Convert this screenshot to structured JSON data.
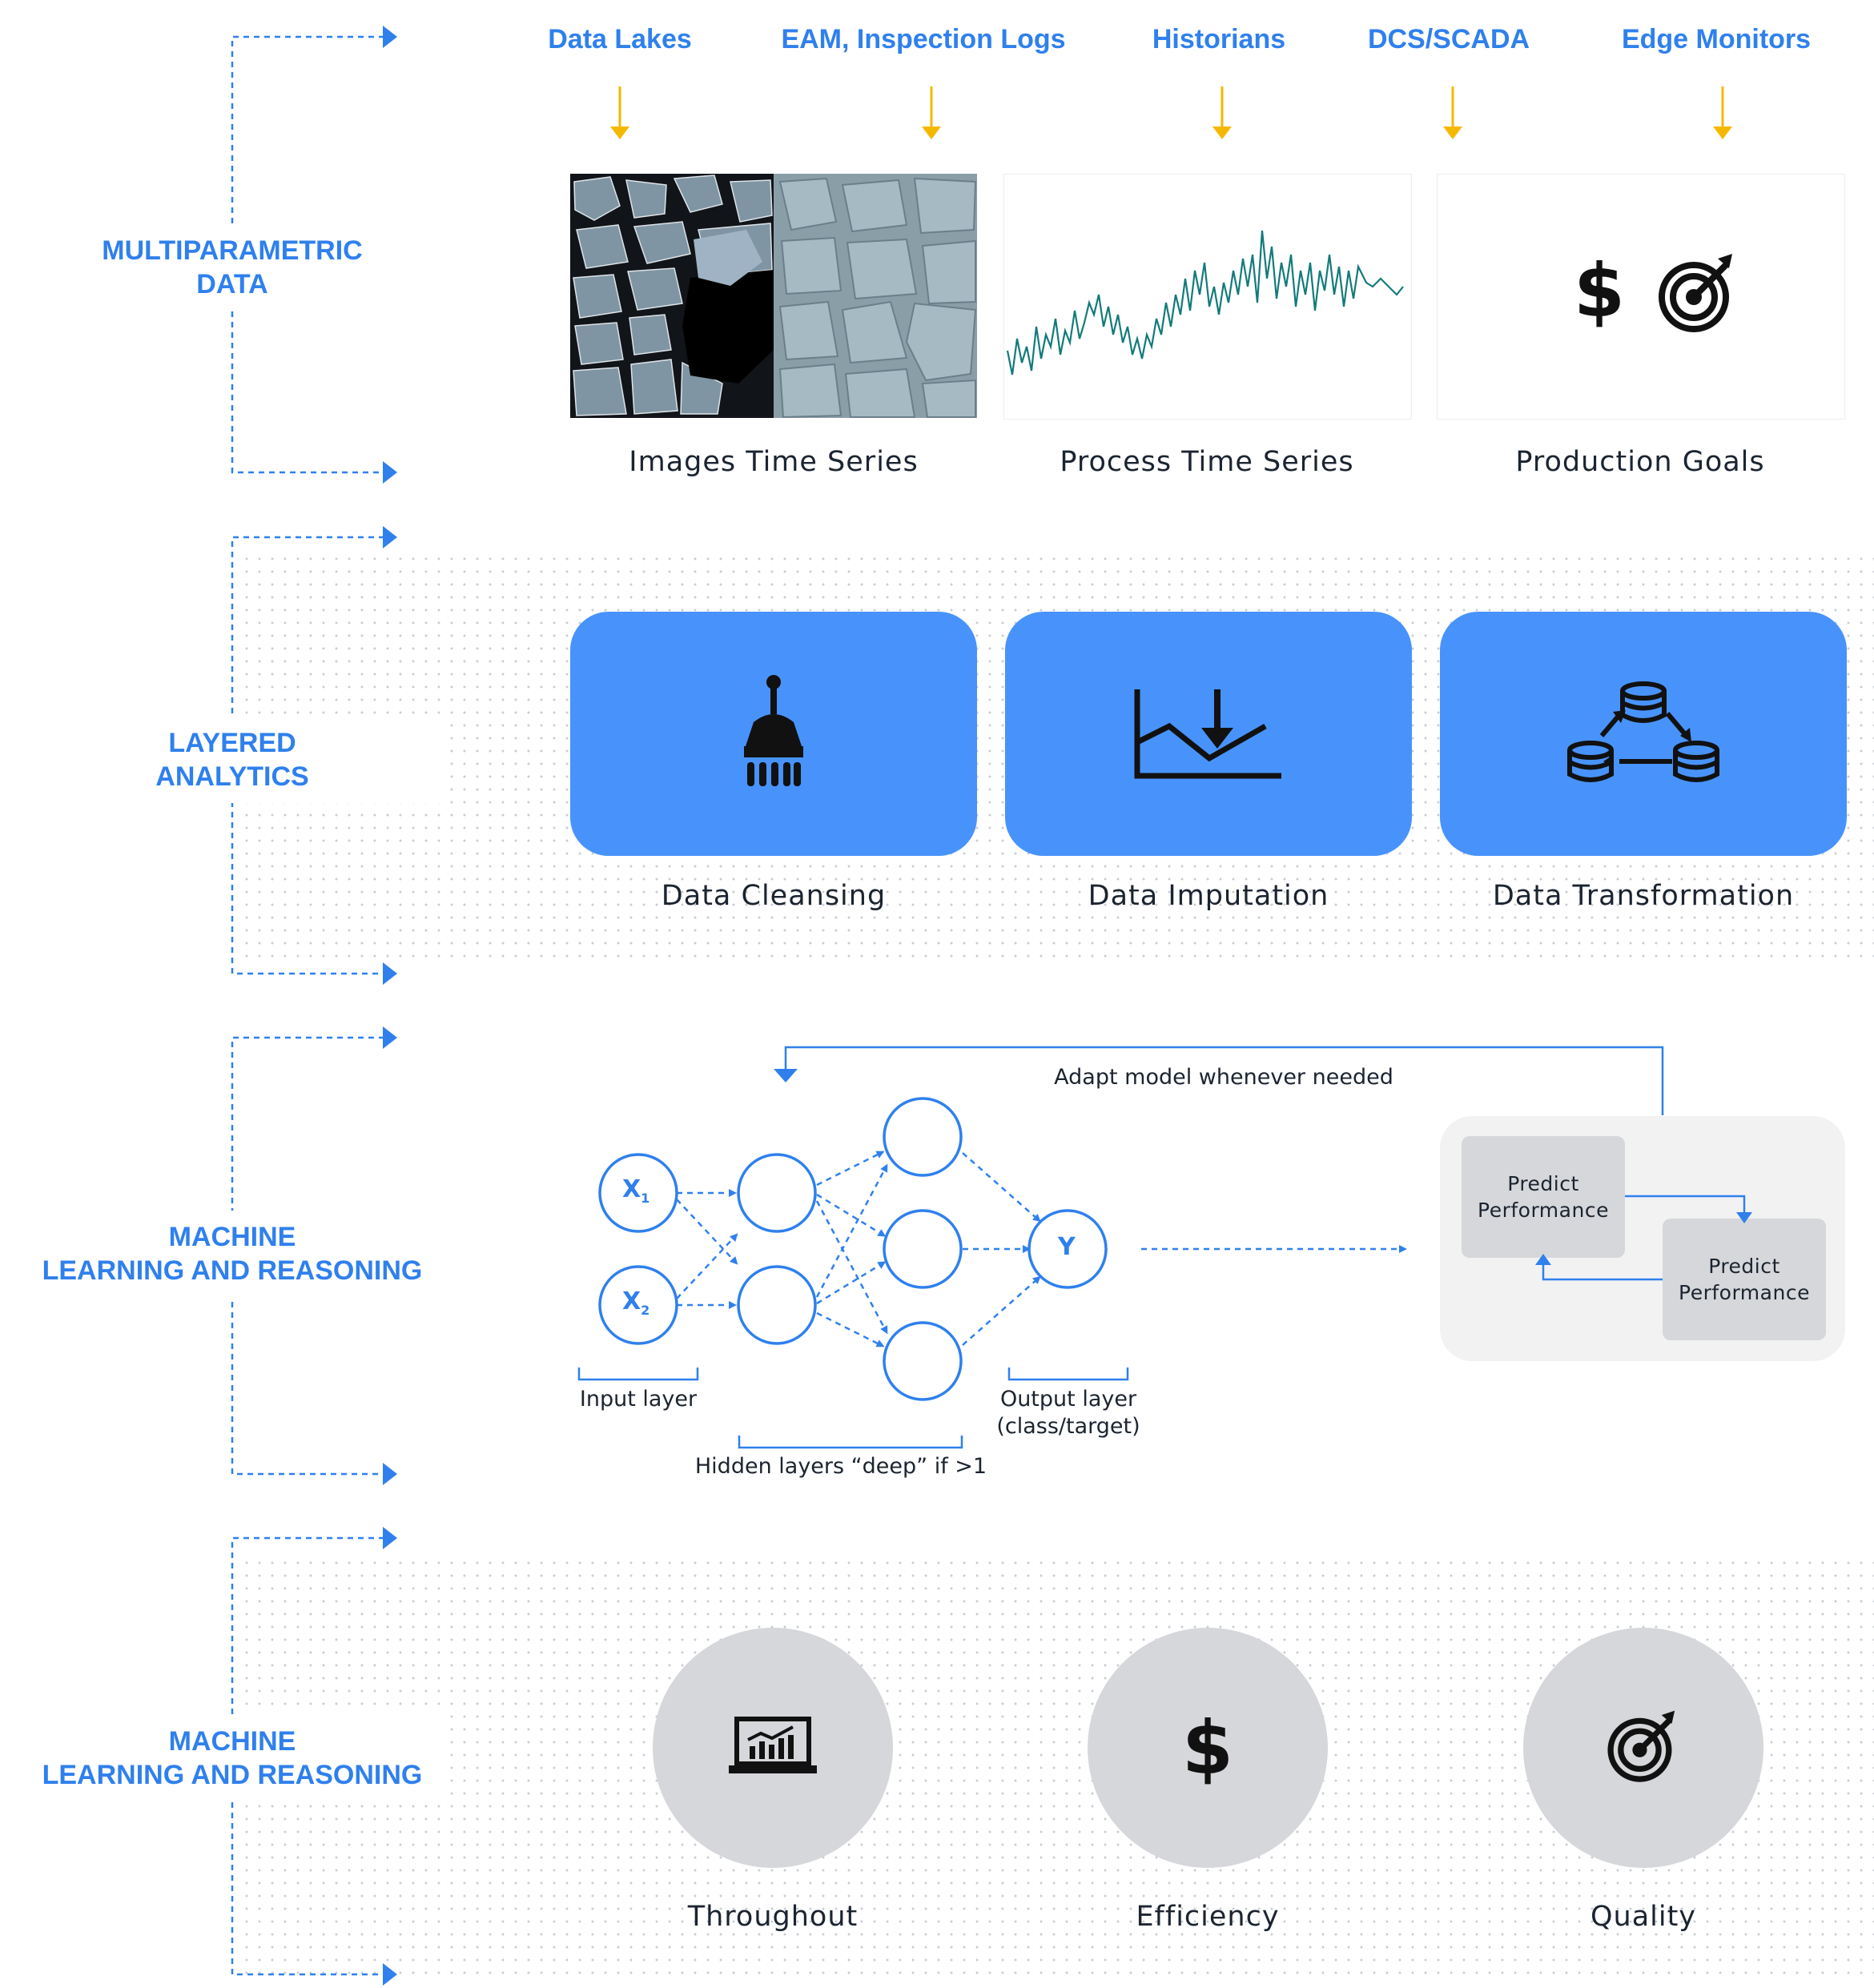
{
  "sources": [
    "Data Lakes",
    "EAM, Inspection Logs",
    "Historians",
    "DCS/SCADA",
    "Edge Monitors"
  ],
  "sections": {
    "s1": "MULTIPARAMETRIC\nDATA",
    "s2": "LAYERED\nANALYTICS",
    "s3": "MACHINE\nLEARNING AND REASONING",
    "s4": "MACHINE\nLEARNING AND REASONING"
  },
  "data_cards": [
    "Images Time Series",
    "Process Time Series",
    "Production Goals"
  ],
  "analytics": [
    "Data Cleansing",
    "Data Imputation",
    "Data Transformation"
  ],
  "nn": {
    "feedback": "Adapt model whenever needed",
    "input_layer": "Input layer",
    "hidden_layers": "Hidden layers “deep” if >1",
    "output_layer": "Output layer\n(class/target)",
    "x1": "X",
    "x1_sub": "1",
    "x2": "X",
    "x2_sub": "2",
    "y": "Y",
    "predict_1": "Predict\nPerformance",
    "predict_2": "Predict\nPerformance"
  },
  "outcomes": [
    "Throughout",
    "Efficiency",
    "Quality"
  ],
  "icons": {
    "dollar": "$",
    "cleanse": "brush-icon",
    "impute": "chart-down-arrow-icon",
    "transform": "database-cycle-icon",
    "goal": "target-icon",
    "throughput": "laptop-chart-icon"
  },
  "colors": {
    "accent": "#2f80ed",
    "arrow": "#f5b800",
    "box": "#4893fb",
    "circle": "#d6d7da",
    "text": "#1b2430"
  }
}
